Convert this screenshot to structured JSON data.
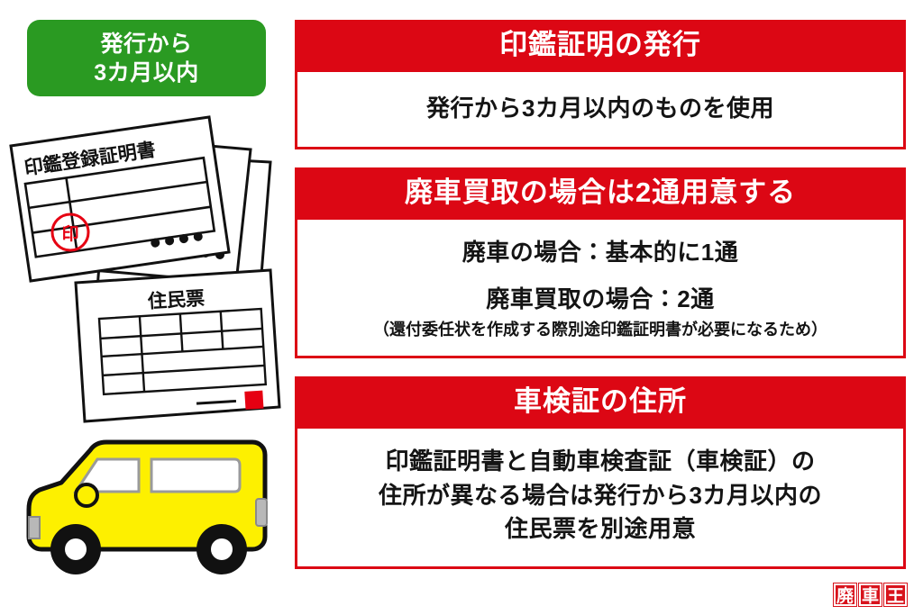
{
  "badge": {
    "line1": "発行から",
    "line2": "3カ月以内",
    "color": "#2a9a22"
  },
  "theme": {
    "accent_red": "#dc0714",
    "badge_green": "#2a9a22",
    "car_yellow": "#fdf000",
    "stamp_red": "#e60012",
    "background": "#ffffff"
  },
  "illustrations": {
    "document_front_title": "印鑑登録証明書",
    "document_front_stamp": "印",
    "document_second_title": "住民票",
    "car_label": "yellow-kei-van"
  },
  "cards": [
    {
      "header": "印鑑証明の発行",
      "lines": [
        {
          "text": "発行から3カ月以内のものを使用",
          "size": "normal"
        }
      ]
    },
    {
      "header": "廃車買取の場合は2通用意する",
      "lines": [
        {
          "text": "廃車の場合：基本的に1通",
          "size": "normal"
        },
        {
          "text": "廃車買取の場合：2通",
          "size": "normal"
        },
        {
          "text": "（還付委任状を作成する際別途印鑑証明書が必要になるため）",
          "size": "small"
        }
      ]
    },
    {
      "header": "車検証の住所",
      "lines": [
        {
          "text": "印鑑証明書と自動車検査証（車検証）の",
          "size": "normal"
        },
        {
          "text": "住所が異なる場合は発行から3カ月以内の",
          "size": "normal"
        },
        {
          "text": "住民票を別途用意",
          "size": "normal"
        }
      ]
    }
  ],
  "logo": {
    "chars": [
      "廃",
      "車",
      "王"
    ]
  }
}
